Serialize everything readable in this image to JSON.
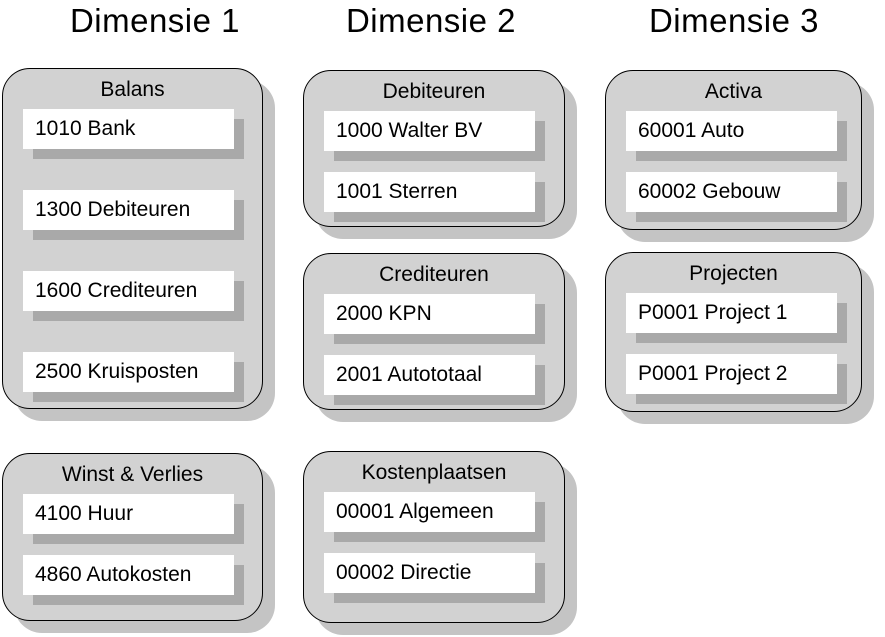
{
  "colors": {
    "background": "#ffffff",
    "box_fill": "#d2d2d2",
    "box_border": "#000000",
    "box_shadow": "#c4c4c4",
    "item_fill": "#ffffff",
    "item_shadow": "#a9a9a9",
    "text": "#000000"
  },
  "columns": [
    {
      "heading": "Dimensie 1",
      "boxes": [
        {
          "title": "Balans",
          "items": [
            "1010 Bank",
            "1300 Debiteuren",
            "1600 Crediteuren",
            "2500 Kruisposten"
          ]
        },
        {
          "title": "Winst & Verlies",
          "items": [
            "4100 Huur",
            "4860 Autokosten"
          ]
        }
      ]
    },
    {
      "heading": "Dimensie 2",
      "boxes": [
        {
          "title": "Debiteuren",
          "items": [
            "1000 Walter BV",
            "1001 Sterren"
          ]
        },
        {
          "title": "Crediteuren",
          "items": [
            "2000 KPN",
            "2001 Autototaal"
          ]
        },
        {
          "title": "Kostenplaatsen",
          "items": [
            "00001 Algemeen",
            "00002 Directie"
          ]
        }
      ]
    },
    {
      "heading": "Dimensie 3",
      "boxes": [
        {
          "title": "Activa",
          "items": [
            "60001 Auto",
            "60002 Gebouw"
          ]
        },
        {
          "title": "Projecten",
          "items": [
            "P0001 Project 1",
            "P0001 Project 2"
          ]
        }
      ]
    }
  ]
}
